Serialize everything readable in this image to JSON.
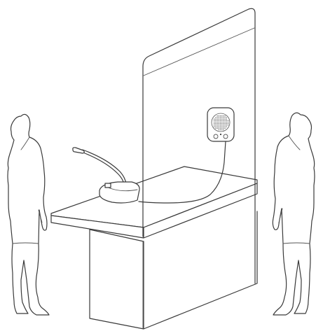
{
  "diagram": {
    "components": [
      {
        "id": "left-person",
        "icon": "person-silhouette-icon"
      },
      {
        "id": "right-person",
        "icon": "person-silhouette-icon"
      },
      {
        "id": "glass-partition",
        "icon": "partition-icon"
      },
      {
        "id": "counter-desk",
        "icon": "desk-icon"
      },
      {
        "id": "gooseneck-microphone",
        "icon": "microphone-icon"
      },
      {
        "id": "wall-speaker",
        "icon": "speaker-icon"
      },
      {
        "id": "connecting-cable",
        "icon": "cable-icon"
      }
    ],
    "colors": {
      "line": "#3a3a3a",
      "grille": "#555555",
      "background": "#ffffff"
    }
  }
}
